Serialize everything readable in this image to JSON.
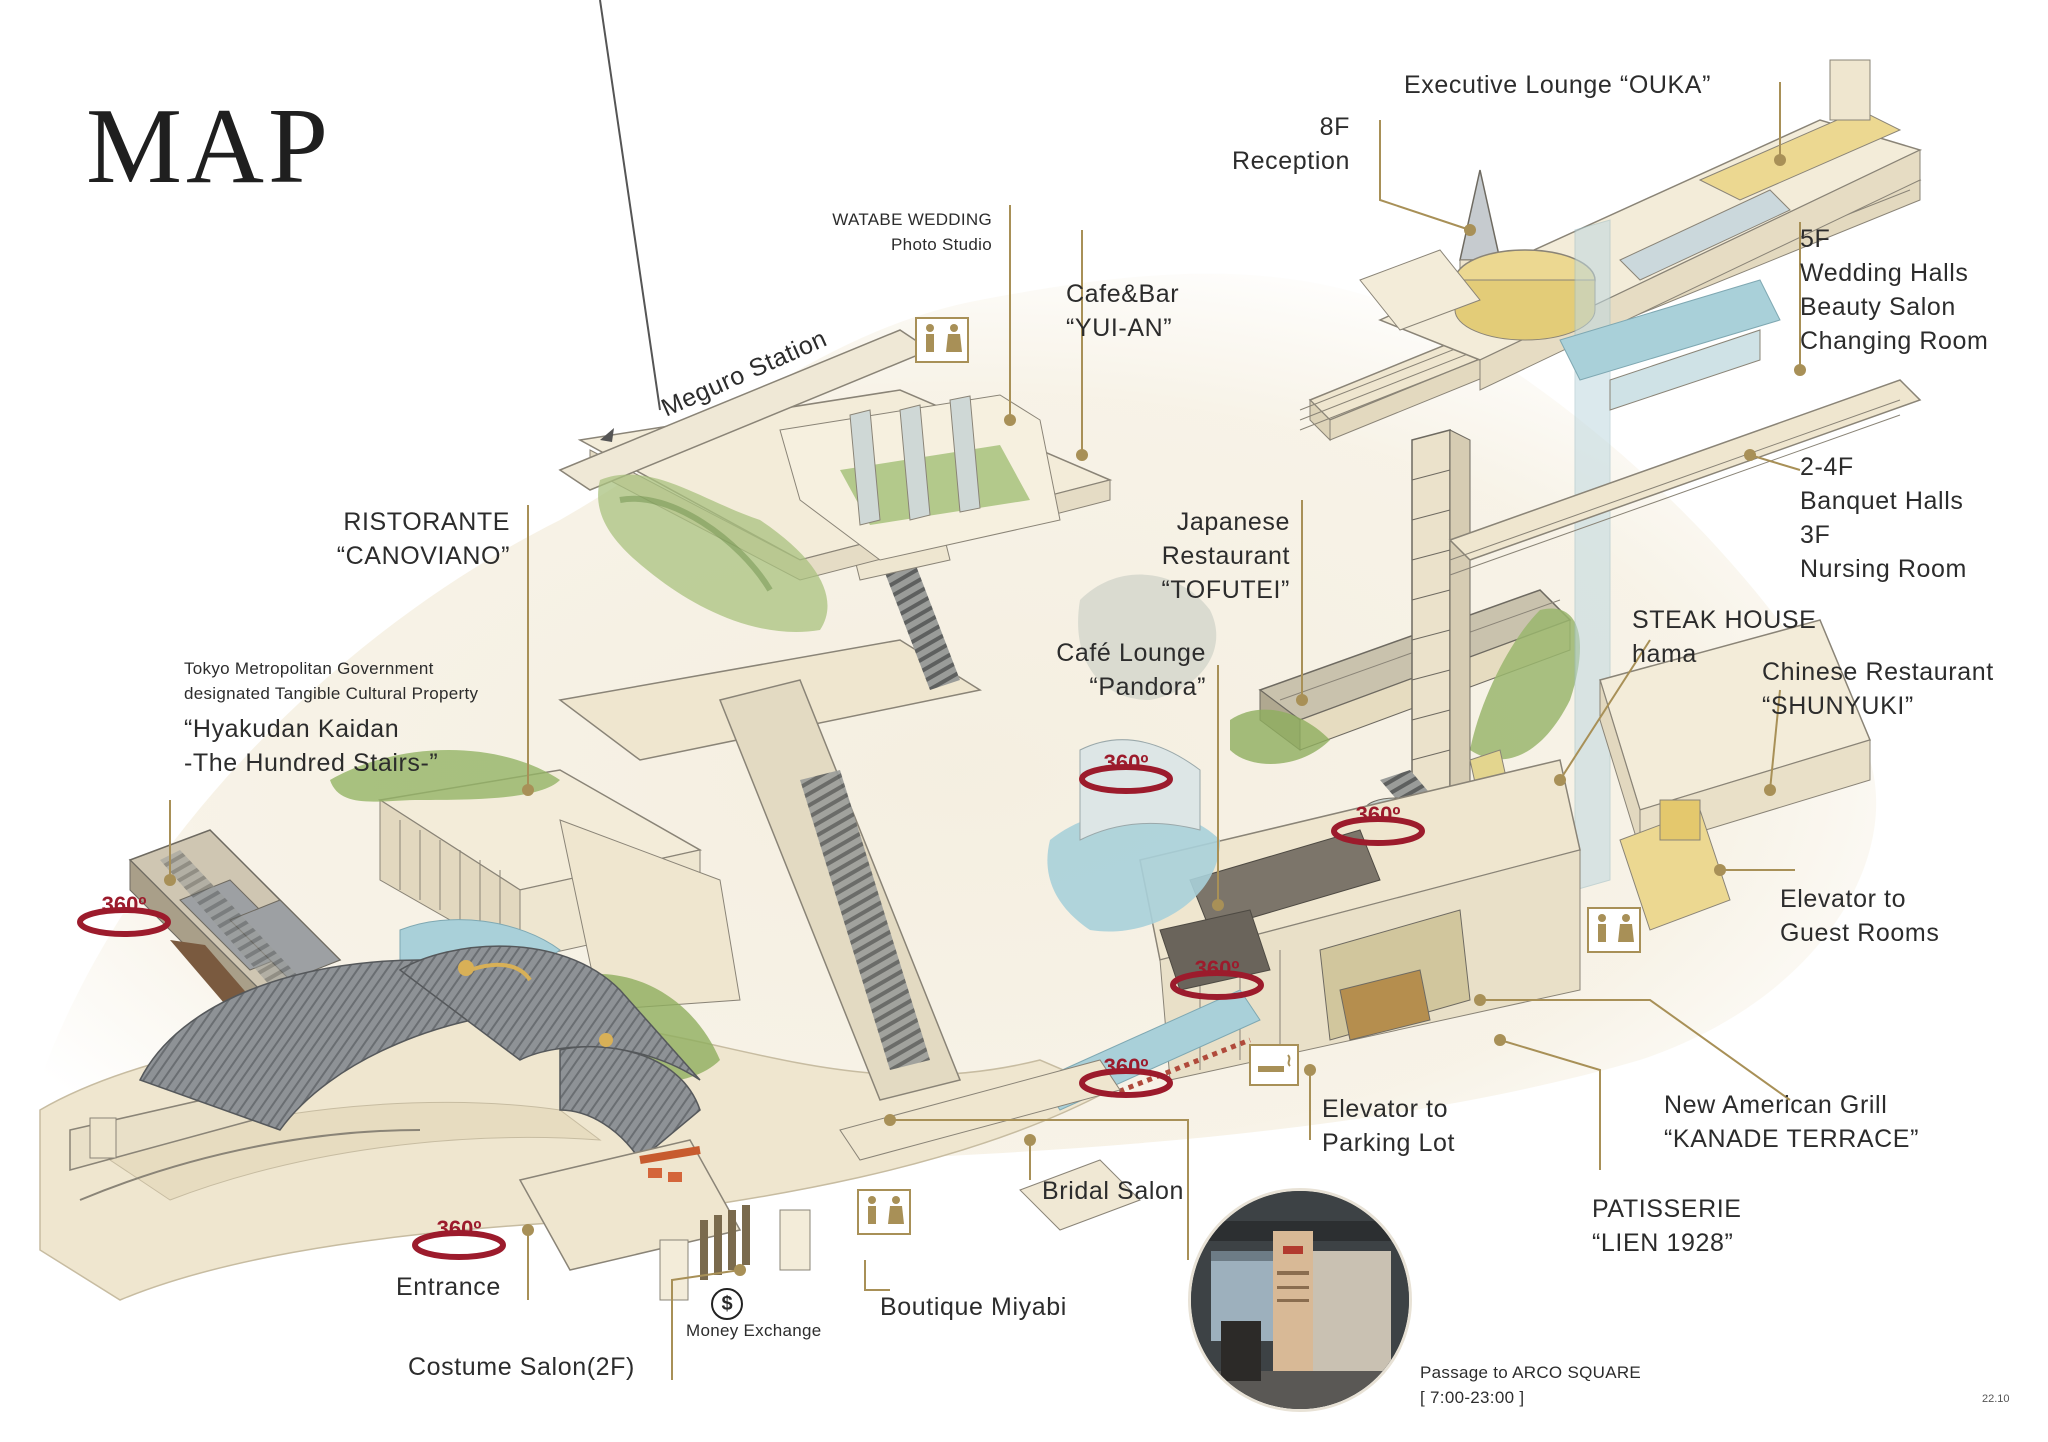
{
  "title": "MAP",
  "version": "22.10",
  "labels": {
    "ouka": "Executive Lounge “OUKA”",
    "reception_floor": "8F",
    "reception": "Reception",
    "watabe_line1": "WATABE WEDDING",
    "watabe_line2": "Photo Studio",
    "yuian_line1": "Cafe&Bar",
    "yuian_line2": "“YUI-AN”",
    "meguro": "Meguro Station",
    "floor5": "5F",
    "wedding_halls": "Wedding Halls",
    "beauty_salon": "Beauty Salon",
    "changing_room": "Changing Room",
    "floor24": "2-4F",
    "banquet_halls": "Banquet Halls",
    "floor3": "3F",
    "nursing_room": "Nursing Room",
    "canoviano_line1": "RISTORANTE",
    "canoviano_line2": "“CANOVIANO”",
    "tofutei_line1": "Japanese",
    "tofutei_line2": "Restaurant",
    "tofutei_line3": "“TOFUTEI”",
    "steak_line1": "STEAK HOUSE",
    "steak_line2": "hama",
    "shunyuki_line1": "Chinese Restaurant",
    "shunyuki_line2": "“SHUNYUKI”",
    "pandora_line1": "Café Lounge",
    "pandora_line2": "“Pandora”",
    "tokyo_line1": "Tokyo Metropolitan Government",
    "tokyo_line2": "designated Tangible Cultural Property",
    "hyakudan_line1": "“Hyakudan Kaidan",
    "hyakudan_line2": "-The Hundred Stairs-”",
    "elevator_guest_line1": "Elevator to",
    "elevator_guest_line2": "Guest Rooms",
    "elevator_parking_line1": "Elevator to",
    "elevator_parking_line2": "Parking Lot",
    "kanade_line1": "New American Grill",
    "kanade_line2": "“KANADE TERRACE”",
    "bridal_salon": "Bridal Salon",
    "patisserie_line1": "PATISSERIE",
    "patisserie_line2": "“LIEN 1928”",
    "entrance": "Entrance",
    "boutique": "Boutique Miyabi",
    "money_exchange": "Money Exchange",
    "costume_salon": "Costume Salon(2F)",
    "arco_line1": "Passage to ARCO SQUARE",
    "arco_line2": "[ 7:00-23:00 ]"
  },
  "badge_text": "360º",
  "icons": {
    "restroom": "restroom-icon",
    "smoking": "smoking-area-icon",
    "money": "$",
    "panorama": "panorama-360-icon"
  },
  "colors": {
    "leader_line": "#a89057",
    "dot": "#a89057",
    "badge": "#9c1b2c",
    "building_fill": "#f3ecd9",
    "building_stroke": "#8a8477",
    "roof": "#8d9094",
    "water": "#9fcbd6",
    "greenery": "#8fae5e",
    "lounge_yellow": "#ecd891"
  }
}
